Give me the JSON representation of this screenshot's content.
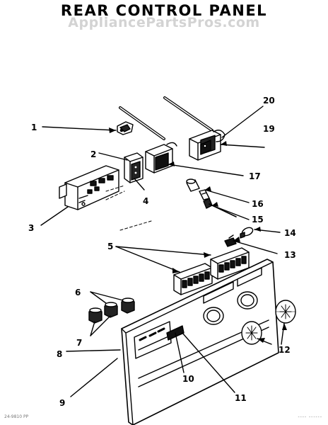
{
  "title": "REAR CONTROL PANEL",
  "watermark": "AppliancePartsPros.com",
  "footer": {
    "left": "24-9810 PP",
    "right": "---- ------"
  },
  "callouts": [
    "1",
    "2",
    "3",
    "4",
    "5",
    "6",
    "7",
    "8",
    "9",
    "10",
    "11",
    "12",
    "13",
    "14",
    "15",
    "16",
    "17",
    "19",
    "20"
  ]
}
